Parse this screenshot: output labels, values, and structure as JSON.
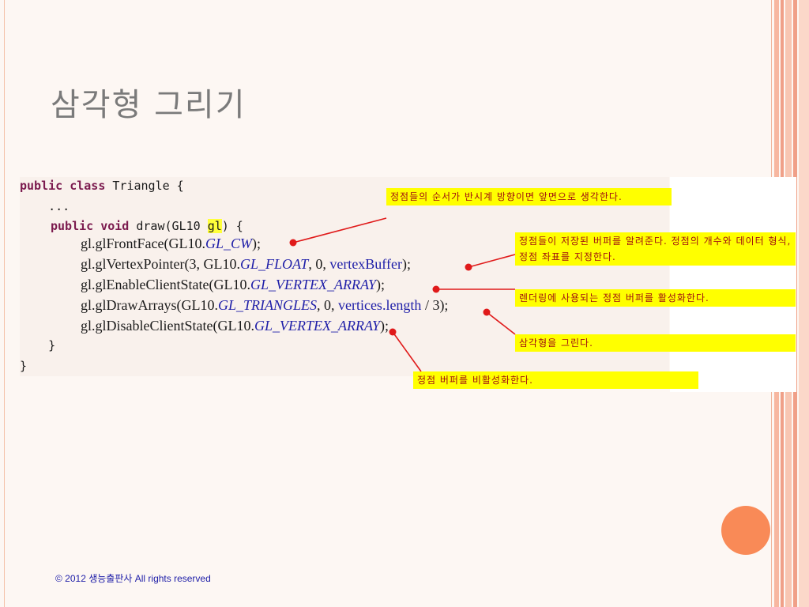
{
  "slide": {
    "title": "삼각형 그리기",
    "footer": "© 2012 생능출판사  All rights reserved"
  },
  "code": {
    "l1_kw": "public class",
    "l1_rest": " Triangle {",
    "l2": "    ...",
    "l3_kw": "public void",
    "l3_a": " draw(GL10 ",
    "l3_hl": "gl",
    "l3_b": ") {",
    "l4_a": "gl.glFrontFace(GL10.",
    "l4_c": "GL_CW",
    "l4_b": ");",
    "l5_a": "gl.glVertexPointer(3, GL10.",
    "l5_c": "GL_FLOAT",
    "l5_b": ", 0, ",
    "l5_v": "vertexBuffer",
    "l5_e": ");",
    "l6_a": "gl.glEnableClientState(GL10.",
    "l6_c": "GL_VERTEX_ARRAY",
    "l6_b": ");",
    "l7_a": "gl.glDrawArrays(GL10.",
    "l7_c": "GL_TRIANGLES",
    "l7_b": ", 0, ",
    "l7_v": "vertices.length",
    "l7_e": " / 3);",
    "l8_a": "gl.glDisableClientState(GL10.",
    "l8_c": "GL_VERTEX_ARRAY",
    "l8_b": ");",
    "l9": "    }",
    "l10": "}"
  },
  "annotations": {
    "a1": "정점들의 순서가 반시계 방향이면 앞면으로 생각한다.",
    "a2": "정점들이 저장된 버퍼를 알려준다. 정점의 개수와 데이터 형식, 정점 좌표를 지정한다.",
    "a3": "렌더링에 사용되는 정점 버퍼를 활성화한다.",
    "a4": "삼각형을 그린다.",
    "a5": "정점 버퍼를 비활성화한다."
  },
  "colors": {
    "accent_circle": "#f98a57",
    "annotation_bg": "#ffff00",
    "annotation_text": "#a01010",
    "keyword": "#7b1a4e",
    "constant": "#1e1ea8",
    "arrow": "#e01a1a"
  }
}
